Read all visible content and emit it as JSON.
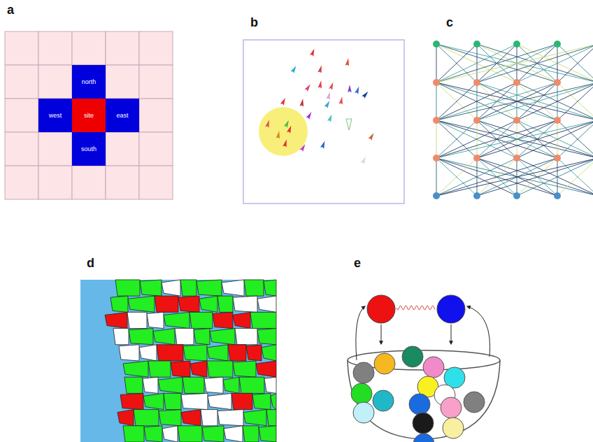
{
  "diagram": {
    "nodes": [
      {
        "text": [
          "north"
        ]
      },
      {
        "text": [
          "west"
        ]
      },
      {
        "text": [
          "site"
        ]
      },
      {
        "text": [
          "east"
        ]
      },
      {
        "text": [
          "south"
        ]
      }
    ],
    "labels": [
      "a",
      "b",
      "c",
      "d",
      "e"
    ]
  }
}
